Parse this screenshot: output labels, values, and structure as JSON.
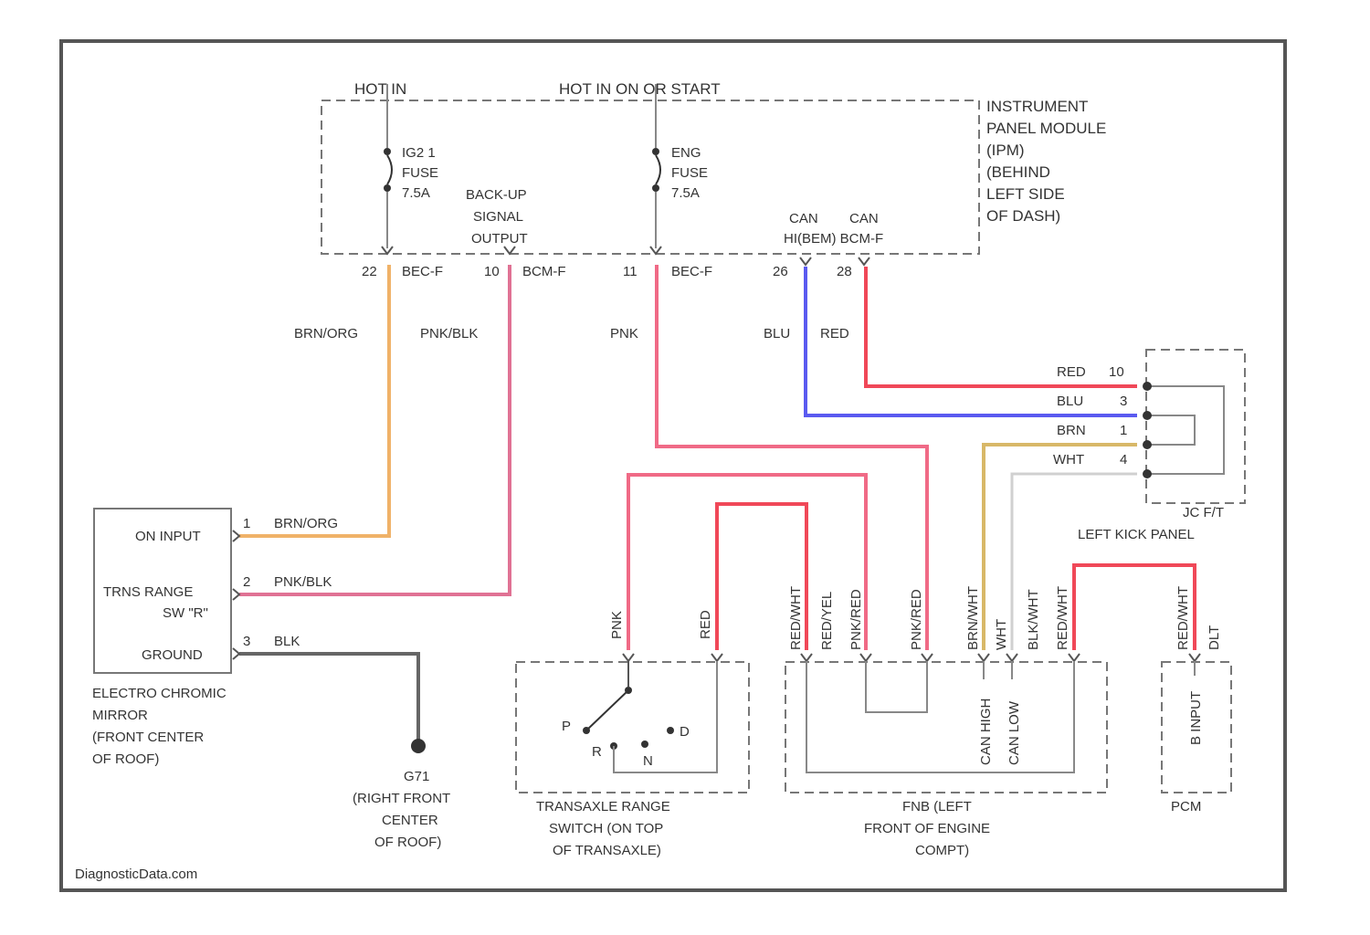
{
  "colors": {
    "org": "#f0b268",
    "pnk": "#f06a86",
    "pnkblk": "#e07294",
    "red": "#f04858",
    "blu": "#5a5af0",
    "brn": "#d8b868",
    "wht": "#d0d0d0",
    "blk": "#666666"
  },
  "ipm": {
    "hot_in": "HOT IN",
    "hot_in_on": "HOT IN ON OR START",
    "title_lines": [
      "INSTRUMENT",
      "PANEL MODULE",
      "(IPM)",
      "(BEHIND",
      "LEFT SIDE",
      "OF DASH)"
    ],
    "fuse1": [
      "IG2 1",
      "FUSE",
      "7.5A"
    ],
    "fuse2": [
      "ENG",
      "FUSE",
      "7.5A"
    ],
    "backup": [
      "BACK-UP",
      "SIGNAL",
      "OUTPUT"
    ],
    "can": [
      "CAN",
      "CAN"
    ],
    "can_sub": "HI(BEM) BCM-F",
    "pins": [
      "22",
      "BEC-F",
      "10",
      "BCM-F",
      "11",
      "BEC-F",
      "26",
      "28"
    ]
  },
  "wires": {
    "brn_org": "BRN/ORG",
    "pnk_blk": "PNK/BLK",
    "pnk": "PNK",
    "blu": "BLU",
    "red": "RED"
  },
  "jc": {
    "labels": [
      "RED",
      "BLU",
      "BRN",
      "WHT"
    ],
    "pins": [
      "10",
      "3",
      "1",
      "4"
    ],
    "name": "JC F/T",
    "location": "LEFT KICK PANEL"
  },
  "mirror": {
    "rows": [
      "ON INPUT",
      "TRNS RANGE",
      "SW \"R\"",
      "GROUND"
    ],
    "pins": [
      "1",
      "2",
      "3"
    ],
    "wires": [
      "BRN/ORG",
      "PNK/BLK",
      "BLK"
    ],
    "caption": [
      "ELECTRO CHROMIC",
      "MIRROR",
      "(FRONT CENTER",
      "OF ROOF)"
    ]
  },
  "ground": {
    "name": "G71",
    "caption": [
      "(RIGHT FRONT",
      "CENTER",
      "OF ROOF)"
    ]
  },
  "trs": {
    "wires": [
      "PNK",
      "RED"
    ],
    "positions": [
      "P",
      "R",
      "N",
      "D"
    ],
    "caption": [
      "TRANSAXLE RANGE",
      "SWITCH (ON TOP",
      "OF TRANSAXLE)"
    ]
  },
  "fnb": {
    "wires": [
      "RED/WHT",
      "RED/YEL",
      "PNK/RED",
      "BRN/WHT",
      "WHT",
      "BLK/WHT",
      "RED/WHT"
    ],
    "inner": [
      "CAN HIGH",
      "CAN LOW"
    ],
    "caption": [
      "FNB (LEFT",
      "FRONT OF ENGINE",
      "COMPT)"
    ]
  },
  "pcm": {
    "wires": [
      "RED/WHT",
      "DLT"
    ],
    "inner": "B INPUT",
    "caption": "PCM"
  },
  "watermark": "DiagnosticData.com"
}
